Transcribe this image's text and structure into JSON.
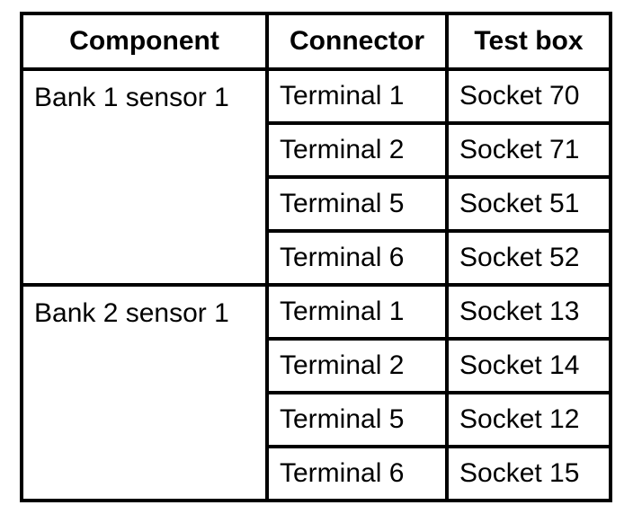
{
  "table": {
    "headers": {
      "component": "Component",
      "connector": "Connector",
      "test_box": "Test box"
    },
    "groups": [
      {
        "component": "Bank 1 sensor 1",
        "rows": [
          {
            "connector": "Terminal 1",
            "test_box": "Socket 70"
          },
          {
            "connector": "Terminal 2",
            "test_box": "Socket 71"
          },
          {
            "connector": "Terminal 5",
            "test_box": "Socket 51"
          },
          {
            "connector": "Terminal 6",
            "test_box": "Socket 52"
          }
        ]
      },
      {
        "component": "Bank 2 sensor 1",
        "rows": [
          {
            "connector": "Terminal 1",
            "test_box": "Socket 13"
          },
          {
            "connector": "Terminal 2",
            "test_box": "Socket 14"
          },
          {
            "connector": "Terminal 5",
            "test_box": "Socket 12"
          },
          {
            "connector": "Terminal 6",
            "test_box": "Socket 15"
          }
        ]
      }
    ],
    "colors": {
      "border": "#000000",
      "background": "#ffffff",
      "text": "#000000"
    }
  }
}
